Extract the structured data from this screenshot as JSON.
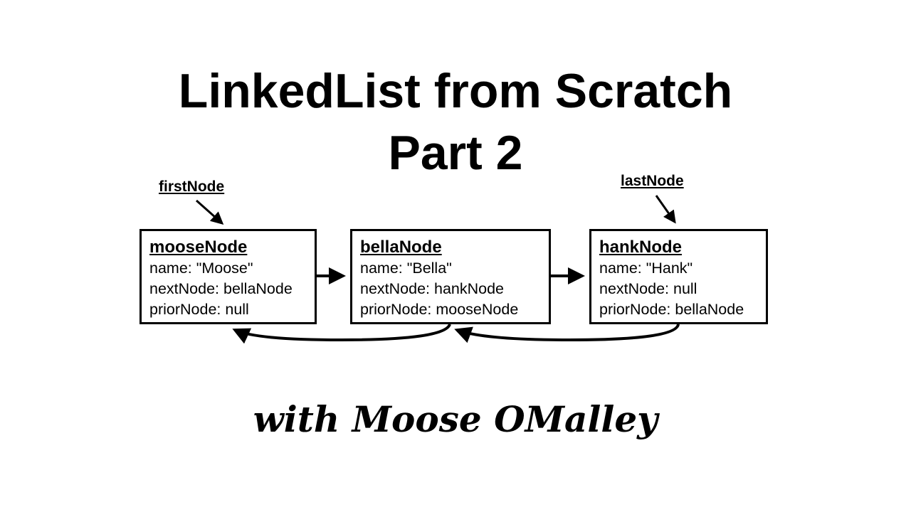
{
  "title": {
    "line1": "LinkedList from Scratch",
    "line2": "Part 2"
  },
  "pointers": {
    "first": "firstNode",
    "last": "lastNode"
  },
  "nodes": [
    {
      "name": "mooseNode",
      "fields": [
        "name: \"Moose\"",
        "nextNode: bellaNode",
        "priorNode: null"
      ]
    },
    {
      "name": "bellaNode",
      "fields": [
        "name: \"Bella\"",
        "nextNode: hankNode",
        "priorNode: mooseNode"
      ]
    },
    {
      "name": "hankNode",
      "fields": [
        "name: \"Hank\"",
        "nextNode: null",
        "priorNode: bellaNode"
      ]
    }
  ],
  "subtitle": "with Moose OMalley"
}
